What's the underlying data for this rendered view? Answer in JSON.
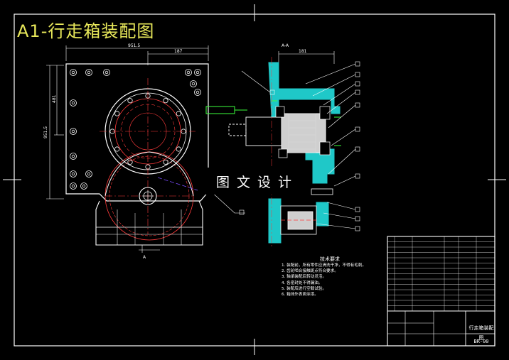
{
  "drawing": {
    "title": "A1-行走箱装配图",
    "watermark": "图文设计",
    "notes_title": "技术要求",
    "notes": [
      "1. 装配前，所有零件应清洗干净，不得有毛刺。",
      "2. 齿轮啮合接触斑点符合要求。",
      "3. 轴承装配后转动灵活。",
      "4. 各密封处不得漏油。",
      "5. 装配后进行空载试验。",
      "6. 箱体外表面涂漆。"
    ],
    "title_block": {
      "name": "行走箱装配图",
      "code": "BR-00"
    },
    "dimensions": {
      "top_total": "951.5",
      "top_right": "187",
      "left_total": "951.5",
      "left_small": "481",
      "section_top": "181",
      "section_label": "A-A",
      "bottom_label": "A"
    }
  },
  "colors": {
    "background": "#000000",
    "frame": "#ffffff",
    "title": "#e8e85a",
    "gear": "#ff3b3b",
    "center_line": "#ff3b3b",
    "housing_fill": "#1fc8c8",
    "shaft_fill": "#cfcfcf",
    "hatch": "#d9d9d9",
    "green_lines": "#3cff3c",
    "hidden_line": "#7a4cff"
  }
}
